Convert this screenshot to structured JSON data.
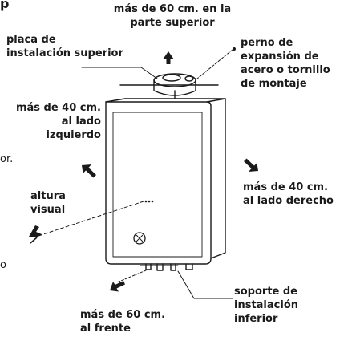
{
  "labels": {
    "top_clearance": [
      "más de 60 cm. en la",
      "parte superior"
    ],
    "upper_plate": [
      "placa de",
      "instalación superior"
    ],
    "anchor_bolt": [
      "perno de",
      "expansión de",
      "acero o tornillo",
      "de montaje"
    ],
    "left_clearance": [
      "más de 40 cm.",
      "al lado",
      "izquierdo"
    ],
    "right_clearance": [
      "más de 40 cm.",
      "al lado derecho"
    ],
    "eye_level": [
      "altura",
      "visual"
    ],
    "front_clearance": [
      "más de 60 cm.",
      "al frente"
    ],
    "lower_bracket": [
      "soporte de",
      "instalación",
      "inferior"
    ]
  },
  "cut_fragments": {
    "left_edge_1": "or.",
    "left_edge_2": "o",
    "top_left_corner": "p"
  },
  "icons": {
    "up_arrow": "arrow-up-icon",
    "left_arrow": "arrow-up-left-icon",
    "right_arrow": "arrow-down-right-icon",
    "front_arrow": "arrow-down-left-icon",
    "eye": "eye-icon"
  },
  "colors": {
    "ink": "#1a1a1a",
    "background": "#ffffff"
  }
}
